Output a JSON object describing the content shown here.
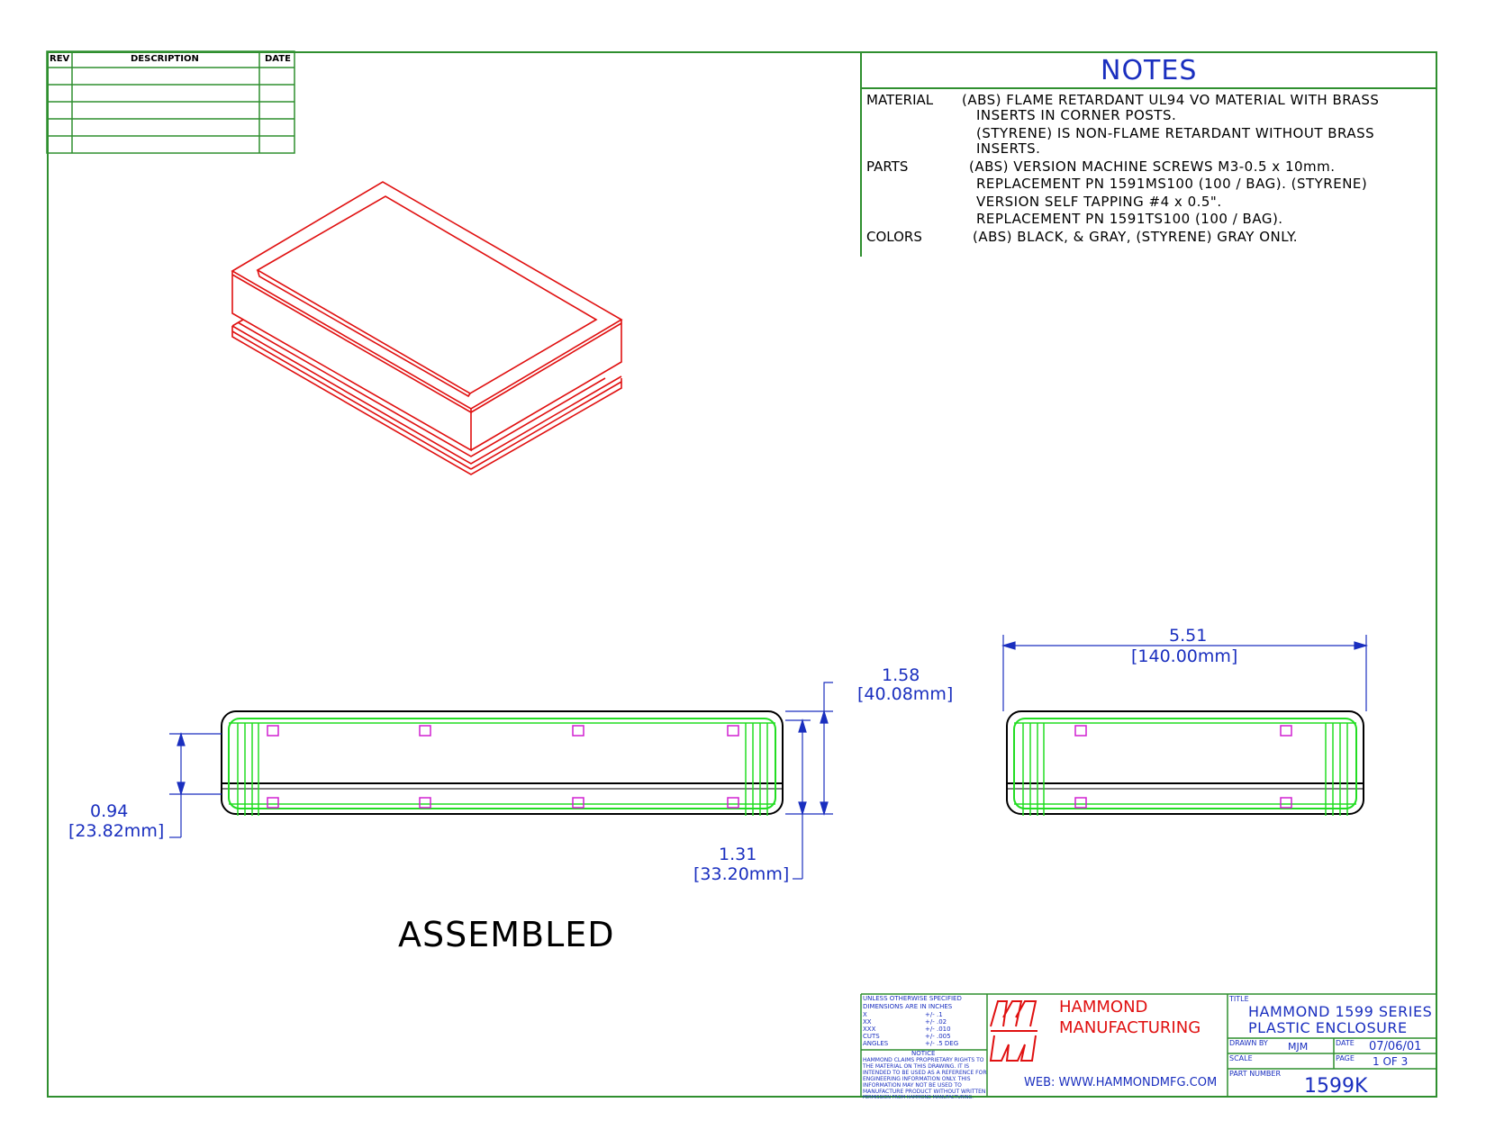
{
  "revision_table": {
    "headers": [
      "REV",
      "DESCRIPTION",
      "DATE"
    ],
    "rows": 5
  },
  "notes": {
    "title": "NOTES",
    "items": [
      {
        "label": "MATERIAL",
        "lines": [
          "(ABS) FLAME RETARDANT UL94 VO MATERIAL WITH BRASS",
          "INSERTS IN CORNER POSTS.",
          "(STYRENE) IS NON-FLAME RETARDANT WITHOUT BRASS",
          "INSERTS."
        ]
      },
      {
        "label": "PARTS",
        "lines": [
          "(ABS) VERSION MACHINE SCREWS M3-0.5 x 10mm.",
          "REPLACEMENT PN 1591MS100 (100 / BAG). (STYRENE)",
          "VERSION SELF TAPPING #4 x 0.5\".",
          "REPLACEMENT PN 1591TS100 (100 / BAG)."
        ]
      },
      {
        "label": "COLORS",
        "lines": [
          "(ABS) BLACK, & GRAY, (STYRENE) GRAY ONLY."
        ]
      }
    ]
  },
  "dimensions": {
    "height_total": {
      "in": "1.58",
      "mm": "[40.08mm]"
    },
    "height_lid": {
      "in": "0.94",
      "mm": "[23.82mm]"
    },
    "height_body": {
      "in": "1.31",
      "mm": "[33.20mm]"
    },
    "width": {
      "in": "5.51",
      "mm": "[140.00mm]"
    }
  },
  "view_label": "ASSEMBLED",
  "title_block": {
    "tolerances": {
      "heading1": "UNLESS OTHERWISE SPECIFIED",
      "heading2": "DIMENSIONS ARE IN INCHES",
      "rows": [
        {
          "k": "X",
          "v": "+/- .1"
        },
        {
          "k": "XX",
          "v": "+/- .02"
        },
        {
          "k": "XXX",
          "v": "+/- .010"
        },
        {
          "k": "CUTS",
          "v": "+/- .005"
        },
        {
          "k": "ANGLES",
          "v": "+/- .5 DEG"
        }
      ],
      "notice_title": "NOTICE",
      "notice_lines": [
        "HAMMOND CLAIMS PROPRIETARY RIGHTS TO",
        "THE MATERIAL ON THIS DRAWING. IT IS",
        "INTENDED TO BE USED AS A REFERENCE FOR",
        "ENGINEERING INFORMATION ONLY. THIS",
        "INFORMATION MAY NOT BE USED TO",
        "MANUFACTURE PRODUCT WITHOUT WRITTEN",
        "PERMISSION FROM HAMMOND MANUFACTURING."
      ]
    },
    "company_line1": "HAMMOND",
    "company_line2": "MANUFACTURING",
    "web": "WEB: WWW.HAMMONDMFG.COM",
    "title_label": "TITLE",
    "title_line1": "HAMMOND 1599 SERIES",
    "title_line2": "PLASTIC ENCLOSURE",
    "drawn_by_label": "DRAWN BY",
    "drawn_by": "MJM",
    "date_label": "DATE",
    "date": "07/06/01",
    "scale_label": "SCALE",
    "page_label": "PAGE",
    "page": "1 OF 3",
    "part_number_label": "PART NUMBER",
    "part_number": "1599K"
  },
  "colors": {
    "border": "#2f8f2f",
    "text_blue": "#1a2fbf",
    "iso_red": "#e01010",
    "inner_green": "#22dd22",
    "insert_magenta": "#d020d0"
  }
}
